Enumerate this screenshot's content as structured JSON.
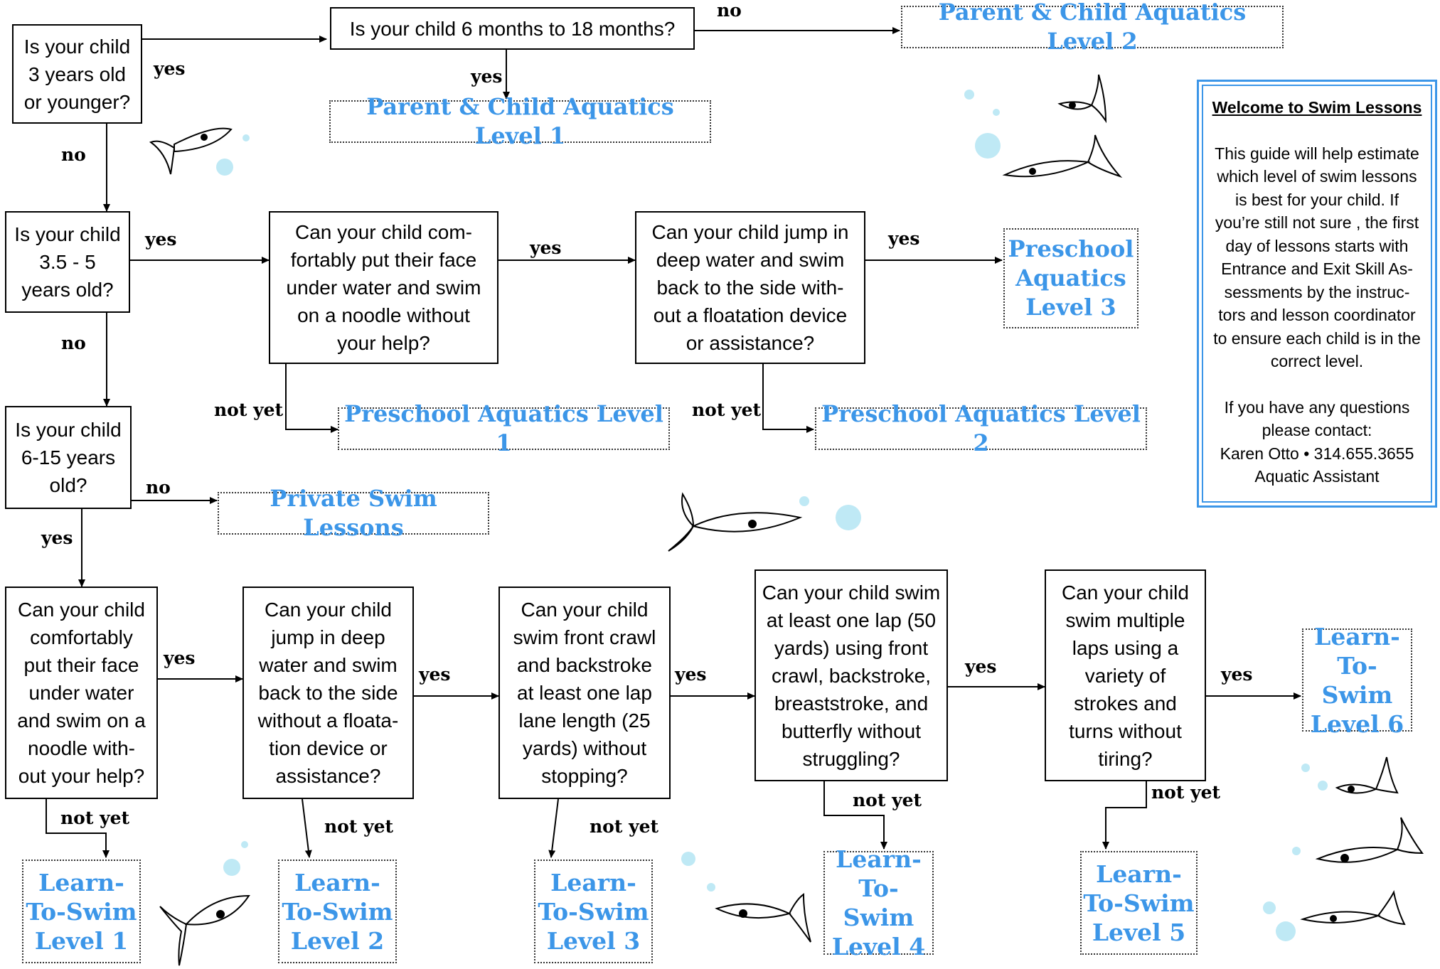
{
  "questions": {
    "q_age_3": "Is your child\n3 years old\nor younger?",
    "q_6_18_months": "Is your child 6 months to 18 months?",
    "q_age_35_5": "Is your child\n3.5 - 5\nyears old?",
    "q_face_noodle_preschool": "Can your child com-\nfortably put their face\nunder water and swim\non a noodle without\nyour help?",
    "q_jump_preschool": "Can your child jump in\ndeep water and swim\nback to the side with-\nout a floatation device\nor assistance?",
    "q_age_6_15": "Is your child\n6-15 years\nold?",
    "q_face_noodle_lts": "Can your child\ncomfortably\nput their face\nunder water\nand swim on a\nnoodle with-\nout your help?",
    "q_jump_lts": "Can your child\njump in deep\nwater and swim\nback to the side\nwithout a floata-\ntion device or\nassistance?",
    "q_crawl_backstroke": "Can your child\nswim front crawl\nand backstroke\nat least one lap\nlane length (25\nyards) without\nstopping?",
    "q_one_lap": "Can your child swim\nat least one lap (50\nyards) using front\ncrawl, backstroke,\nbreaststroke, and\nbutterfly without\nstruggling?",
    "q_multiple_laps": "Can your child\nswim multiple\nlaps using a\nvariety of\nstrokes and\nturns without\ntiring?"
  },
  "results": {
    "parent_child_2": "Parent & Child Aquatics Level 2",
    "parent_child_1": "Parent & Child Aquatics Level 1",
    "preschool_3": "Preschool\nAquatics\nLevel 3",
    "preschool_1": "Preschool Aquatics Level 1",
    "preschool_2": "Preschool Aquatics Level 2",
    "private": "Private Swim Lessons",
    "lts_1": "Learn-\nTo-Swim\nLevel 1",
    "lts_2": "Learn-\nTo-Swim\nLevel 2",
    "lts_3": "Learn-\nTo-Swim\nLevel 3",
    "lts_4": "Learn-\nTo-Swim\nLevel 4",
    "lts_5": "Learn-\nTo-Swim\nLevel 5",
    "lts_6": "Learn-\nTo-Swim\nLevel 6"
  },
  "labels": {
    "yes": "yes",
    "no": "no",
    "not_yet": "not yet"
  },
  "welcome": {
    "title": "Welcome to Swim Lessons",
    "body": "This guide will help estimate\nwhich level of swim lessons\nis best for your child. If\nyou’re still not sure , the first\nday of lessons   starts with\nEntrance and Exit Skill  As-\nsessments by the instruc-\ntors and lesson coordinator\nto ensure each child is in the\ncorrect level.",
    "contact": "If you have any questions\nplease contact:\nKaren Otto  •  314.655.3655\nAquatic Assistant"
  },
  "colors": {
    "accent": "#3c96e8",
    "bubble": "#bfe9f5",
    "line": "#000000"
  }
}
